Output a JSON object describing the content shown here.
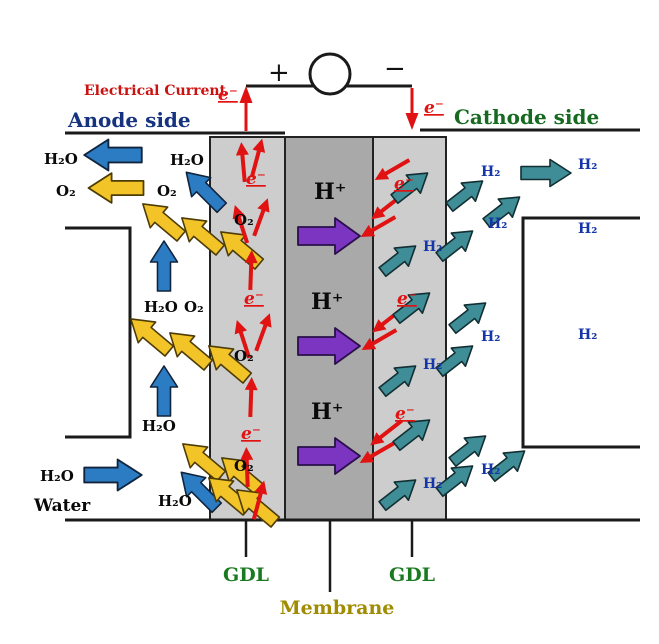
{
  "diagram": {
    "circuit": {
      "electrical_current_label": "Electrical Current",
      "plus_terminal": "+",
      "minus_terminal": "−"
    },
    "headers": {
      "anode": "Anode side",
      "cathode": "Cathode side"
    },
    "species": {
      "water": "H₂O",
      "oxygen": "O₂",
      "hydrogen": "H₂",
      "proton": "H⁺",
      "electron": "e⁻"
    },
    "inlet": {
      "water_label": "Water"
    },
    "layers": {
      "gdl_left": "GDL",
      "membrane": "Membrane",
      "gdl_right": "GDL"
    },
    "colors": {
      "water_arrow": "#2b7cc2",
      "oxygen_arrow": "#f3c427",
      "hydrogen_arrow": "#3f8d96",
      "proton_arrow": "#7c35c0",
      "electron_red": "#e01212",
      "anode_text": "#16337f",
      "cathode_text": "#156a1f",
      "gdl_label": "#1a7a1f",
      "membrane_label": "#a08c00",
      "gdl_fill": "#cdcdcd",
      "membrane_fill": "#a9a9a9"
    }
  }
}
